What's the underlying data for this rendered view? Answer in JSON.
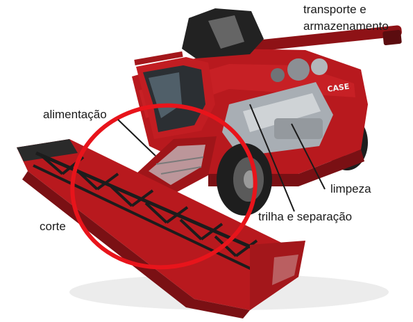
{
  "labels": {
    "transport": "transporte e armazenamento",
    "alimentacao": "alimentação",
    "limpeza": "limpeza",
    "trilha": "trilha e separação",
    "corte": "corte"
  },
  "colors": {
    "machine_red": "#b8191e",
    "machine_dark_red": "#7a1014",
    "highlight_circle": "#e8141b",
    "tire": "#1e1e1e",
    "metal": "#a8aeb4"
  }
}
